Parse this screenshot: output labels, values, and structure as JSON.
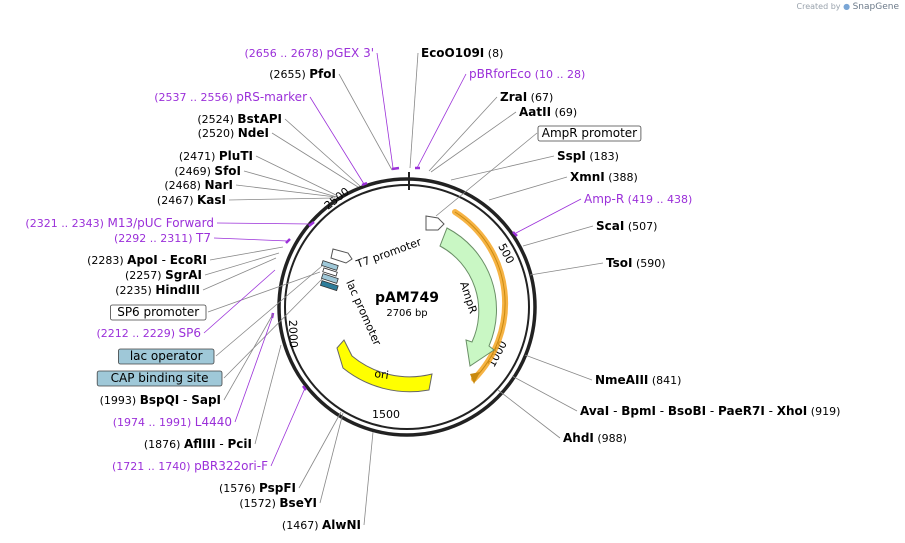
{
  "credit": {
    "prefix": "Created by",
    "brand": "SnapGene"
  },
  "plasmid": {
    "name": "pAM749",
    "length_label": "2706 bp"
  },
  "colors": {
    "primer": "#9b30d9",
    "text": "#000000",
    "line": "#888888",
    "ampr_fill": "#c9f7c4",
    "ori_fill": "#ffff00",
    "operator_fill": "#9fc8d8",
    "orf_outline": "#f5a623"
  },
  "ticks": [
    "500",
    "1000",
    "1500",
    "2000",
    "2500"
  ],
  "features": {
    "t7_promoter": "T7 promoter",
    "ampr": "AmpR",
    "lac_promoter": "lac promoter",
    "ori": "ori"
  },
  "left_labels": [
    {
      "pos": "(2656 .. 2678)",
      "name": "pGEX 3'",
      "kind": "primer"
    },
    {
      "pos": "(2655)",
      "name": "PfoI",
      "kind": "site"
    },
    {
      "pos": "(2537 .. 2556)",
      "name": "pRS-marker",
      "kind": "primer"
    },
    {
      "pos": "(2524)",
      "name": "BstAPI",
      "kind": "site"
    },
    {
      "pos": "(2520)",
      "name": "NdeI",
      "kind": "site"
    },
    {
      "pos": "(2471)",
      "name": "PluTI",
      "kind": "site"
    },
    {
      "pos": "(2469)",
      "name": "SfoI",
      "kind": "site"
    },
    {
      "pos": "(2468)",
      "name": "NarI",
      "kind": "site"
    },
    {
      "pos": "(2467)",
      "name": "KasI",
      "kind": "site"
    },
    {
      "pos": "(2321 .. 2343)",
      "name": "M13/pUC Forward",
      "kind": "primer"
    },
    {
      "pos": "(2292 .. 2311)",
      "name": "T7",
      "kind": "primer"
    },
    {
      "pos": "(2283)",
      "name": "ApoI",
      "name2": "EcoRI",
      "kind": "site"
    },
    {
      "pos": "(2257)",
      "name": "SgrAI",
      "kind": "site"
    },
    {
      "pos": "(2235)",
      "name": "HindIII",
      "kind": "site"
    },
    {
      "pos": "",
      "name": "SP6 promoter",
      "kind": "feature-box"
    },
    {
      "pos": "(2212 .. 2229)",
      "name": "SP6",
      "kind": "primer"
    },
    {
      "pos": "",
      "name": "lac operator",
      "kind": "feature-blue"
    },
    {
      "pos": "",
      "name": "CAP binding site",
      "kind": "feature-blue"
    },
    {
      "pos": "(1993)",
      "name": "BspQI",
      "name2": "SapI",
      "kind": "site"
    },
    {
      "pos": "(1974 .. 1991)",
      "name": "L4440",
      "kind": "primer"
    },
    {
      "pos": "(1876)",
      "name": "AflIII",
      "name2": "PciI",
      "kind": "site"
    },
    {
      "pos": "(1721 .. 1740)",
      "name": "pBR322ori-F",
      "kind": "primer"
    },
    {
      "pos": "(1576)",
      "name": "PspFI",
      "kind": "site"
    },
    {
      "pos": "(1572)",
      "name": "BseYI",
      "kind": "site"
    },
    {
      "pos": "(1467)",
      "name": "AlwNI",
      "kind": "site"
    }
  ],
  "right_labels": [
    {
      "name": "EcoO109I",
      "pos": "(8)",
      "kind": "site"
    },
    {
      "name": "pBRforEco",
      "pos": "(10 .. 28)",
      "kind": "primer"
    },
    {
      "name": "ZraI",
      "pos": "(67)",
      "kind": "site"
    },
    {
      "name": "AatII",
      "pos": "(69)",
      "kind": "site"
    },
    {
      "name": "AmpR promoter",
      "pos": "",
      "kind": "feature-box"
    },
    {
      "name": "SspI",
      "pos": "(183)",
      "kind": "site"
    },
    {
      "name": "XmnI",
      "pos": "(388)",
      "kind": "site"
    },
    {
      "name": "Amp-R",
      "pos": "(419 .. 438)",
      "kind": "primer"
    },
    {
      "name": "ScaI",
      "pos": "(507)",
      "kind": "site"
    },
    {
      "name": "TsoI",
      "pos": "(590)",
      "kind": "site"
    },
    {
      "name": "NmeAIII",
      "pos": "(841)",
      "kind": "site"
    },
    {
      "name": "AvaI",
      "name2": "BpmI",
      "name3": "BsoBI",
      "name4": "PaeR7I",
      "name5": "XhoI",
      "pos": "(919)",
      "kind": "site"
    },
    {
      "name": "AhdI",
      "pos": "(988)",
      "kind": "site"
    }
  ]
}
